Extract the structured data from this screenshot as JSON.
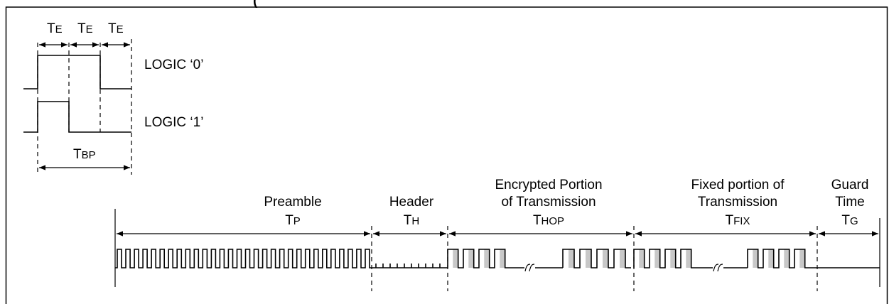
{
  "title_fragment": "(",
  "top_legend": {
    "te_label_main": "T",
    "te_label_sub": "E",
    "logic0": "LOGIC ‘0’",
    "logic1": "LOGIC ‘1’",
    "tbp_main": "T",
    "tbp_sub": "BP"
  },
  "segments": {
    "preamble_title": "Preamble",
    "preamble_t_main": "T",
    "preamble_t_sub": "P",
    "header_title": "Header",
    "header_t_main": "T",
    "header_t_sub": "H",
    "encrypted_line1": "Encrypted Portion",
    "encrypted_line2": "of Transmission",
    "encrypted_t_main": "T",
    "encrypted_t_sub": "HOP",
    "fixed_line1": "Fixed portion of",
    "fixed_line2": "Transmission",
    "fixed_t_main": "T",
    "fixed_t_sub": "FIX",
    "guard_line1": "Guard",
    "guard_line2": "Time",
    "guard_t_main": "T",
    "guard_t_sub": "G"
  }
}
